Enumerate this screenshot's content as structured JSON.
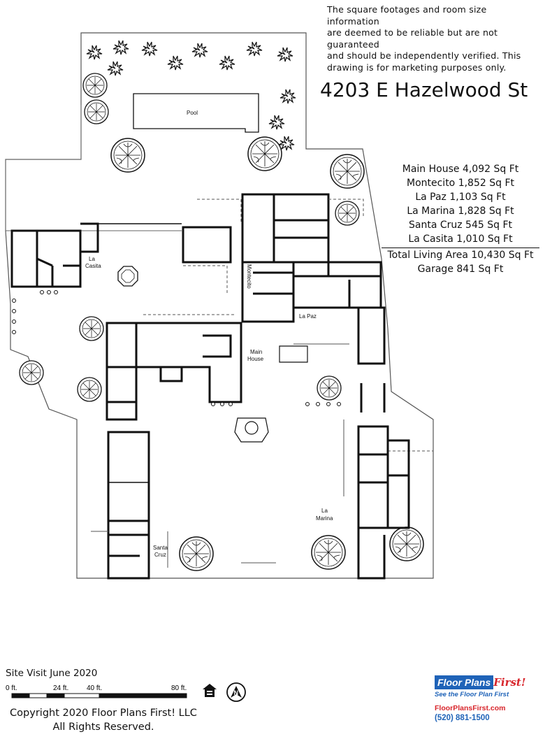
{
  "disclaimer": {
    "line1": "The square footages and room size information",
    "line2": "are deemed to be reliable but are not guaranteed",
    "line3": "and should be independently verified. This",
    "line4": "drawing is for marketing purposes only."
  },
  "address": "4203 E Hazelwood St",
  "areas": {
    "main_house": "Main House 4,092 Sq Ft",
    "montecito": "Montecito 1,852 Sq Ft",
    "la_paz": "La Paz 1,103 Sq Ft",
    "la_marina": "La Marina 1,828 Sq Ft",
    "santa_cruz": "Santa Cruz 545 Sq Ft",
    "la_casita": "La Casita 1,010 Sq Ft",
    "total": "Total Living Area 10,430 Sq Ft",
    "garage": "Garage 841 Sq Ft"
  },
  "plan_labels": {
    "pool": "Pool",
    "la_casita_1": "La",
    "la_casita_2": "Casita",
    "montecito": "Montecito",
    "la_paz": "La Paz",
    "main_house_1": "Main",
    "main_house_2": "House",
    "la_marina_1": "La",
    "la_marina_2": "Marina",
    "santa_cruz_1": "Santa",
    "santa_cruz_2": "Cruz"
  },
  "site_visit": "Site Visit June 2020",
  "scale": {
    "t0": "0 ft.",
    "t1": "24 ft.",
    "t2": "40 ft.",
    "t3": "80 ft."
  },
  "compass_letter": "N",
  "copyright": {
    "line1": "Copyright 2020 Floor Plans First! LLC",
    "line2": "All Rights Reserved."
  },
  "logo": {
    "brand": "Floor Plans",
    "brand_accent": "First!",
    "tagline": "See the Floor Plan First",
    "url": "FloorPlansFirst.com",
    "phone": "(520) 881-1500"
  },
  "icons": [
    "equal-housing-icon",
    "north-arrow-icon",
    "palm-tree-icon",
    "tree-icon"
  ]
}
